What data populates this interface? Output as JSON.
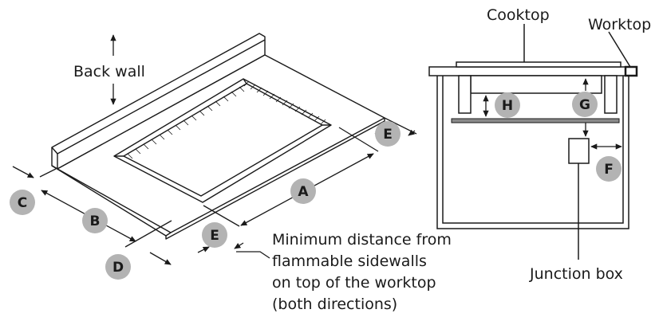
{
  "left_diagram": {
    "back_wall_label": "Back wall",
    "note_lines": [
      "Minimum distance from",
      "flammable sidewalls",
      "on top of the worktop",
      "(both directions)"
    ],
    "badges": [
      "A",
      "B",
      "C",
      "D",
      "E",
      "E"
    ]
  },
  "right_diagram": {
    "cooktop_label": "Cooktop",
    "worktop_label": "Worktop",
    "junction_box_label": "Junction box",
    "badges": [
      "H",
      "G",
      "F"
    ]
  },
  "colors": {
    "line": "#1a1a1a",
    "badge_fill": "#b3b3b3",
    "shelf_fill": "#8a8a8a"
  }
}
